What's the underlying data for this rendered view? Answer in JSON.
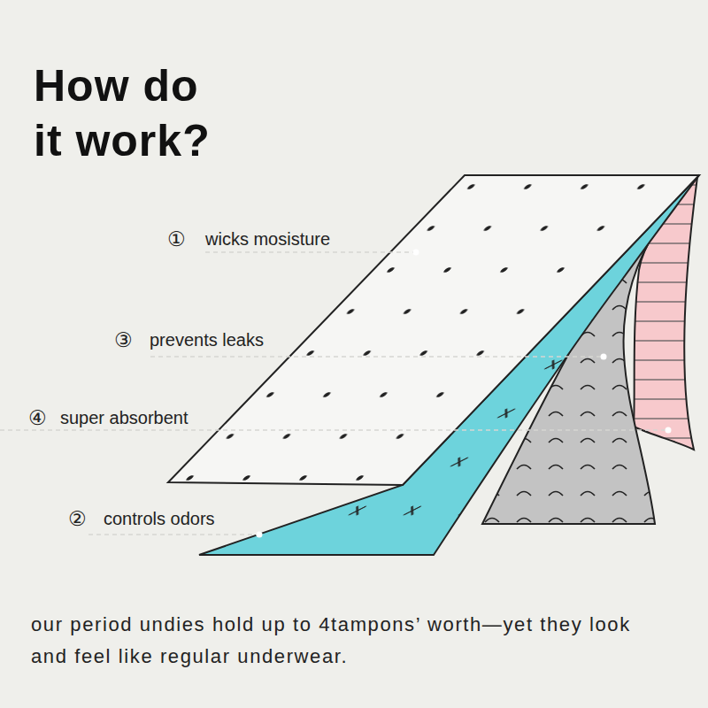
{
  "diagram": {
    "title": "How do it work?",
    "caption": "our period undies hold up to 4tampons’ worth—yet they look and feel like regular underwear.",
    "labels": [
      "①",
      "wicks mosisture",
      "③",
      "prevents leaks",
      "④",
      "super absorbent",
      "②",
      "controls odors"
    ]
  }
}
